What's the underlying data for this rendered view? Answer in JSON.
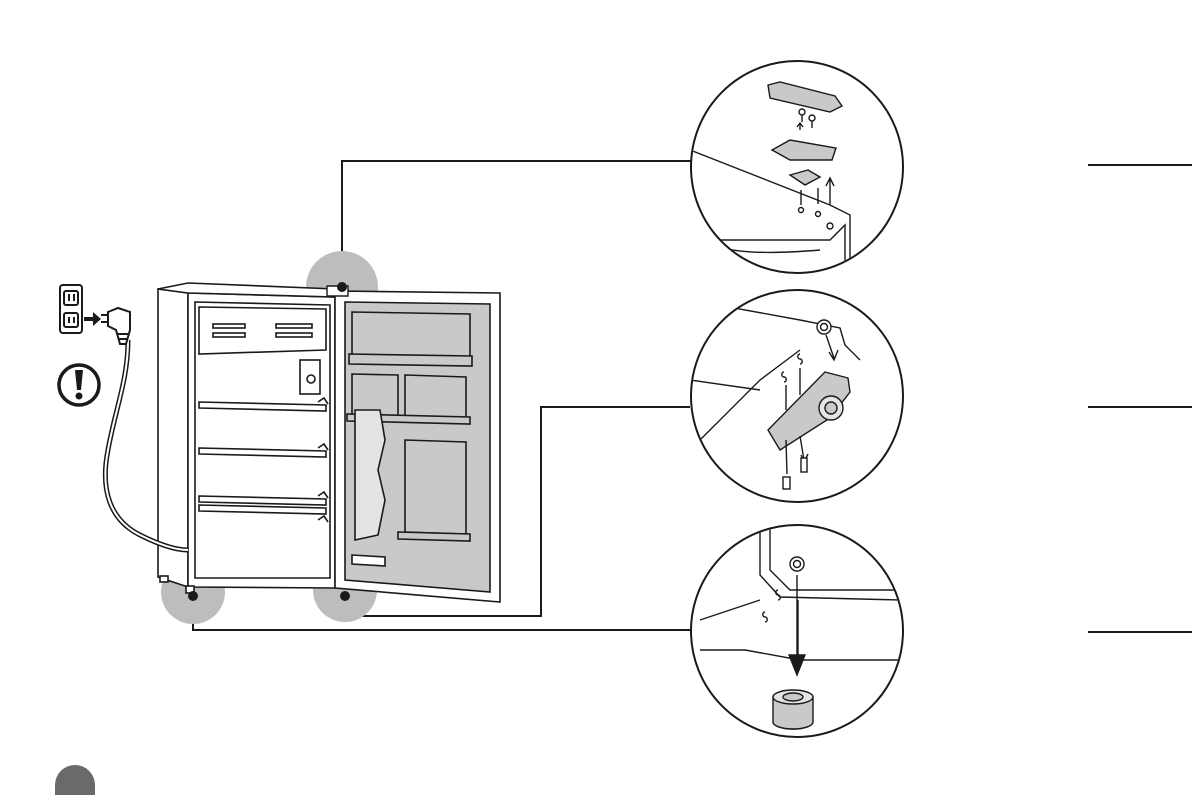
{
  "diagram": {
    "colors": {
      "line": "#1a1a1a",
      "highlight": "#bdbdbd",
      "fill_grey": "#c9c9c9",
      "fill_light": "#e4e4e4",
      "background": "#ffffff",
      "page_badge": "#6a6a6a"
    },
    "icons": [
      "wall-outlet-icon",
      "power-plug-icon",
      "warning-icon",
      "page-number-badge"
    ],
    "callouts": [
      "top-hinge-detail",
      "bottom-hinge-detail",
      "hinge-hole-cap-detail"
    ],
    "highlight_markers": [
      "top-hinge-marker",
      "left-foot-marker",
      "bottom-hinge-marker"
    ]
  }
}
